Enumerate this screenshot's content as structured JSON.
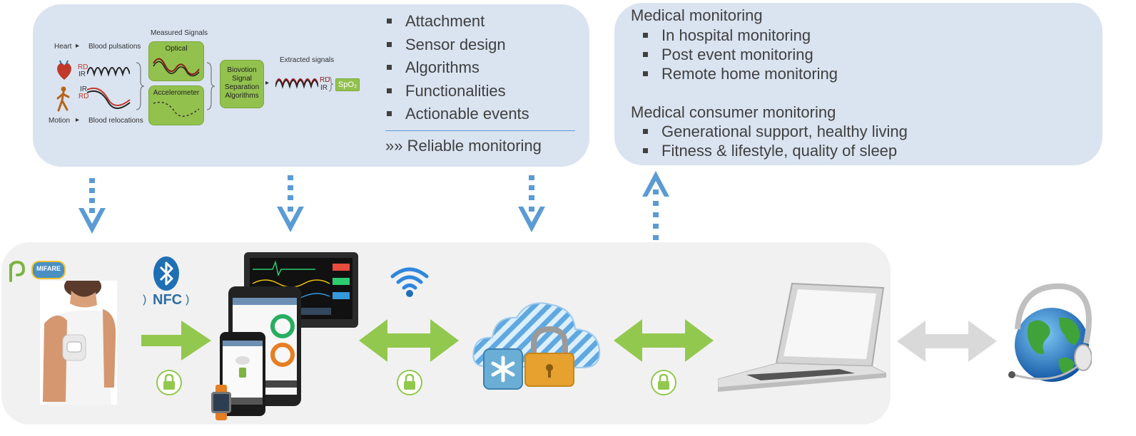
{
  "tech_panel": {
    "signal_diagram": {
      "measured_signals_title": "Measured Signals",
      "heart_label": "Heart",
      "blood_pulsations_label": "Blood pulsations",
      "rd_label": "RD",
      "ir_label": "IR",
      "motion_label": "Motion",
      "blood_relocations_label": "Blood relocations",
      "optical_label": "Optical",
      "accelerometer_label": "Accelerometer",
      "algorithm_label_lines": [
        "Biovotion",
        "Signal",
        "Separation",
        "Algorithms"
      ],
      "extracted_signals_label": "Extracted signals",
      "spo2_label": "SpO₂"
    },
    "bullets": [
      "Attachment",
      "Sensor design",
      "Algorithms",
      "Functionalities",
      "Actionable events"
    ],
    "conclusion": "»» Reliable monitoring"
  },
  "medical_panel": {
    "groups": [
      {
        "heading": "Medical monitoring",
        "items": [
          "In hospital monitoring",
          "Post event monitoring",
          "Remote home monitoring"
        ]
      },
      {
        "heading": "Medical consumer monitoring",
        "items": [
          "Generational support, healthy living",
          "Fitness & lifestyle, quality of sleep"
        ]
      }
    ]
  },
  "devices": {
    "wearable_logos": [
      "MIFARE"
    ],
    "connectivity_labels": [
      "NFC"
    ],
    "icons": [
      "bluetooth-icon",
      "nfc-icon",
      "wifi-icon",
      "lock-icon",
      "cloud-icon",
      "medical-cross-icon",
      "padlock-icon",
      "laptop-icon",
      "globe-headset-icon",
      "tablet-icon",
      "phone-icon",
      "smartwatch-icon",
      "patient-monitor-icon"
    ]
  },
  "colors": {
    "panel_bg": "#dae3f0",
    "band_bg": "#f1f1f1",
    "arrow_blue": "#5b9bd5",
    "arrow_green": "#93c84f",
    "arrow_grey": "#d9d9d9",
    "text": "#404040"
  }
}
